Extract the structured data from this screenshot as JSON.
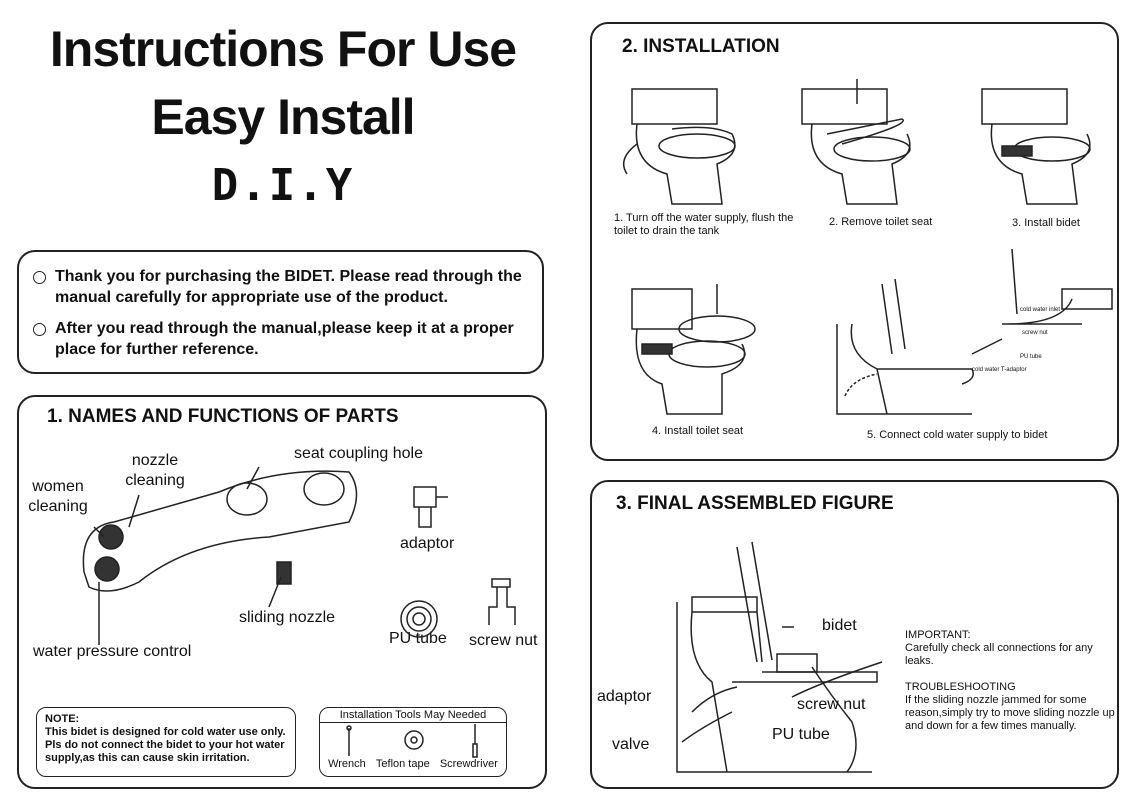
{
  "header": {
    "title_line1": "Instructions For Use",
    "title_line2": "Easy Install",
    "title_line3": "D.I.Y"
  },
  "intro": {
    "items": [
      "Thank you for purchasing the BIDET. Please read through the manual carefully for appropriate use of the product.",
      "After you read through the manual,please keep it at a proper place for further reference."
    ]
  },
  "parts": {
    "heading": "1. NAMES AND FUNCTIONS OF PARTS",
    "labels": {
      "seat_coupling_hole": "seat coupling hole",
      "nozzle_cleaning": "nozzle cleaning",
      "women_cleaning": "women cleaning",
      "adaptor": "adaptor",
      "sliding_nozzle": "sliding nozzle",
      "pu_tube": "PU tube",
      "screw_nut": "screw nut",
      "water_pressure_control": "water pressure control"
    },
    "note": {
      "title": "NOTE:",
      "text": "This bidet is designed for cold water use only. Pls do not connect the bidet to your hot water supply,as this can cause skin irritation."
    },
    "tools": {
      "title": "Installation Tools May Needed",
      "items": [
        "Wrench",
        "Teflon tape",
        "Screwdriver"
      ]
    }
  },
  "installation": {
    "heading": "2. INSTALLATION",
    "steps": [
      "1. Turn off the water supply, flush the toilet to drain the tank",
      "2. Remove toilet seat",
      "3. Install bidet",
      "4. Install toilet seat",
      "5. Connect cold water supply to bidet"
    ],
    "callouts": {
      "cold_water_inlet": "cold water inlet",
      "screw_nut": "screw nut",
      "pu_tube": "PU tube",
      "t_adaptor": "cold water T-adaptor"
    }
  },
  "final": {
    "heading": "3. FINAL ASSEMBLED FIGURE",
    "labels": {
      "bidet": "bidet",
      "adaptor": "adaptor",
      "screw_nut": "screw nut",
      "pu_tube": "PU tube",
      "valve": "valve"
    },
    "important_title": "IMPORTANT:",
    "important_text": "Carefully check all connections for any leaks.",
    "troubleshooting_title": "TROUBLESHOOTING",
    "troubleshooting_text": "If the sliding nozzle jammed for some reason,simply try to move sliding nozzle up and down for a few times manually."
  }
}
